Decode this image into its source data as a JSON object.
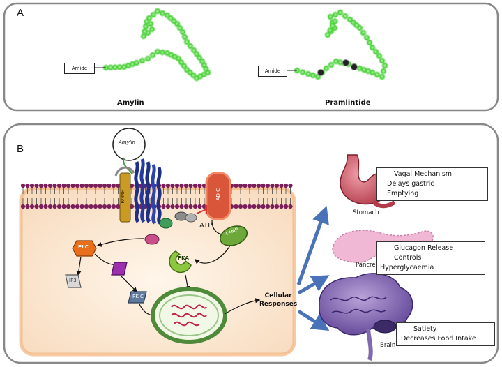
{
  "panel_a": {
    "letter": "A",
    "amylin": {
      "name": "Amylin",
      "amide": "Amide"
    },
    "pramlintide": {
      "name": "Pramlintide",
      "amide": "Amide"
    }
  },
  "panel_b": {
    "letter": "B",
    "ligand": "Amylin",
    "receptor_labels": {
      "ramp": "RAMP",
      "adc": "AD C"
    },
    "molecules": {
      "atp": "ATP",
      "camp": "cAMP",
      "pka": "PKA",
      "plc": "PLC",
      "ip3": "IP3",
      "pkc": "PK C"
    },
    "cell_responses": [
      "Cellular",
      "Responses"
    ],
    "organs": {
      "stomach": {
        "label": "Stomach",
        "effect_lines": [
          "Vagal Mechanism",
          "Delays gastric",
          "Emptying"
        ],
        "effect_type": "inhibition"
      },
      "pancreas": {
        "label": "Pancreas",
        "effect_lines": [
          "Glucagon Release",
          "Controls",
          "Hyperglycaemia"
        ],
        "effect_type": "inhibition"
      },
      "brain": {
        "label": "Brain",
        "effect_lines": [
          "Satiety",
          "Decreases Food Intake"
        ],
        "effect_type": "activation"
      }
    }
  },
  "colors": {
    "peptide_glow": "#4cd13c",
    "membrane_head": "#7a1f5c",
    "cytoplasm": "#fbe9d2",
    "cytoplasm_border": "#f3b47d",
    "arrow_blue": "#4a72b8",
    "receptor": "#1d2f86",
    "ramp": "#c99a24",
    "adc": "#d9563a",
    "inhibition_red": "#d9342b"
  }
}
